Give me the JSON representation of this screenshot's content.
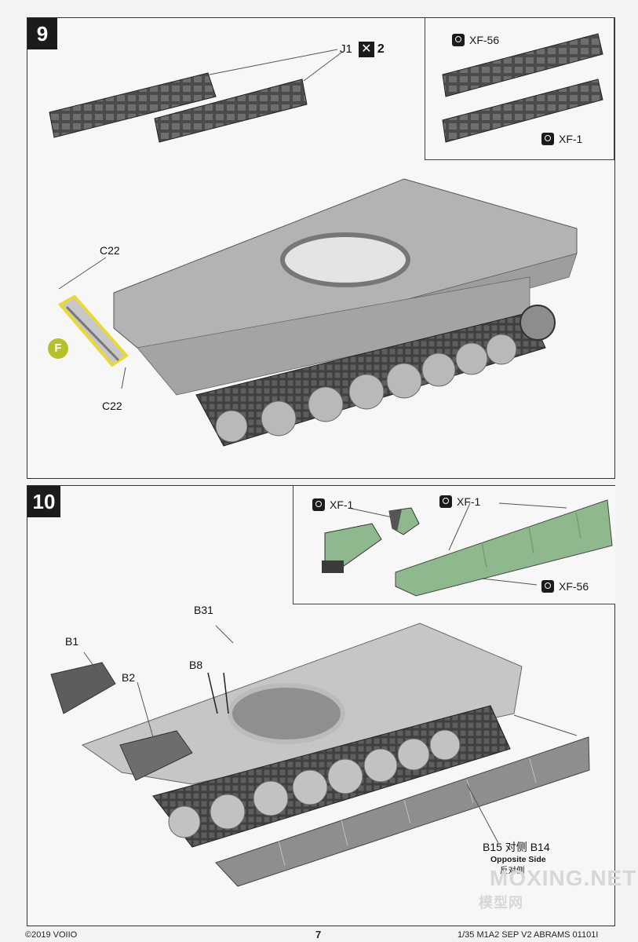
{
  "steps": [
    {
      "number": "9",
      "parts": {
        "j1": "J1",
        "j1_count": "2",
        "c22_top": "C22",
        "c22_bottom": "C22",
        "subassembly": "F"
      },
      "paints": {
        "inset_top": "XF-56",
        "inset_bottom": "XF-1"
      }
    },
    {
      "number": "10",
      "parts": {
        "b31": "B31",
        "b1": "B1",
        "b2": "B2",
        "b8": "B8",
        "b15_b14": "B15 对侧 B14",
        "opposite_side_en": "Opposite Side",
        "opposite_side_cn": "反对侧"
      },
      "paints": {
        "left": "XF-1",
        "right": "XF-1",
        "bottom": "XF-56"
      }
    }
  ],
  "footer": {
    "copyright": "©2019 VOIIO",
    "page_number": "7",
    "product": "1/35 M1A2 SEP V2 ABRAMS 01101I"
  },
  "watermark": {
    "main": "MOXING.NET",
    "cn": "模型网"
  },
  "colors": {
    "hull": "#a9a9ab",
    "track": "#4a4a4c",
    "green_part": "#8fb88f",
    "highlight": "#e7d93a",
    "step_box": "#1b1b1b"
  }
}
